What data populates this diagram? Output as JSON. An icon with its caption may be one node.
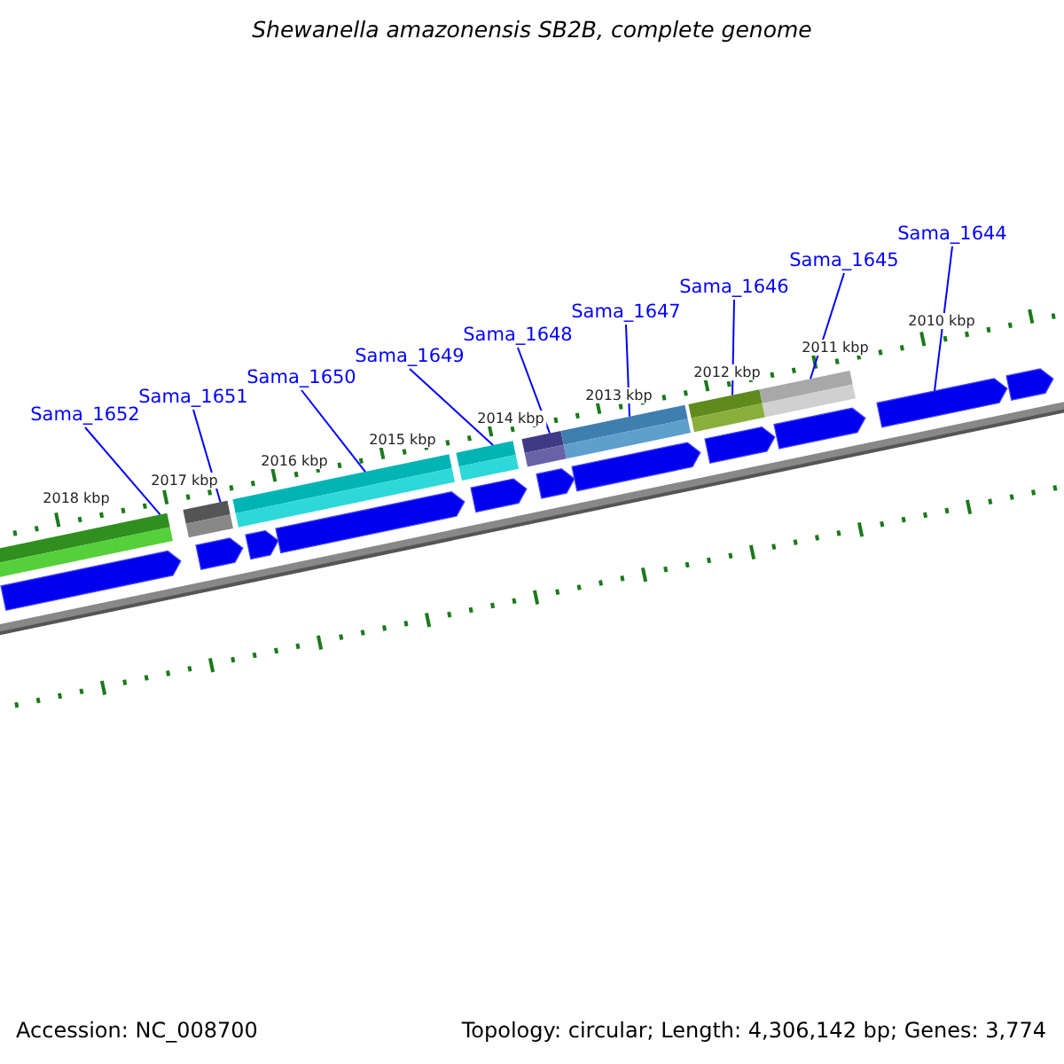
{
  "diagram": {
    "title": "Shewanella amazonensis SB2B, complete genome",
    "nodes": [
      {
        "text": [
          "Sama_1652"
        ]
      },
      {
        "text": [
          "Sama_1651"
        ]
      },
      {
        "text": [
          "Sama_1650"
        ]
      },
      {
        "text": [
          "Sama_1649"
        ]
      },
      {
        "text": [
          "Sama_1648"
        ]
      },
      {
        "text": [
          "Sama_1647"
        ]
      },
      {
        "text": [
          "Sama_1646"
        ]
      },
      {
        "text": [
          "Sama_1645"
        ]
      },
      {
        "text": [
          "Sama_1644"
        ]
      },
      {
        "text": [],
        "shape": "bar"
      },
      {
        "text": [],
        "shape": "bar"
      },
      {
        "text": [],
        "shape": "bar"
      },
      {
        "text": [],
        "shape": "bar"
      },
      {
        "text": [],
        "shape": "bar"
      },
      {
        "text": [],
        "shape": "bar"
      },
      {
        "text": [],
        "shape": "bar"
      },
      {
        "text": [],
        "shape": "bar"
      },
      {
        "text": [],
        "shape": "arrow"
      }
    ],
    "edges": [
      {
        "from": 0,
        "to": 9,
        "arrow": "none"
      },
      {
        "from": 1,
        "to": 10,
        "arrow": "none"
      },
      {
        "from": 2,
        "to": 11,
        "arrow": "none"
      },
      {
        "from": 3,
        "to": 12,
        "arrow": "none"
      },
      {
        "from": 4,
        "to": 13,
        "arrow": "none"
      },
      {
        "from": 5,
        "to": 14,
        "arrow": "none"
      },
      {
        "from": 6,
        "to": 15,
        "arrow": "none"
      },
      {
        "from": 7,
        "to": 16,
        "arrow": "none"
      },
      {
        "from": 8,
        "to": 17,
        "arrow": "none"
      }
    ],
    "labels": [
      "2018 kbp",
      "2017 kbp",
      "2016 kbp",
      "2015 kbp",
      "2014 kbp",
      "2013 kbp",
      "2012 kbp",
      "2011 kbp",
      "2010 kbp",
      "Accession: NC_008700",
      "Topology: circular; Length: 4,306,142 bp; Genes: 3,774"
    ]
  }
}
